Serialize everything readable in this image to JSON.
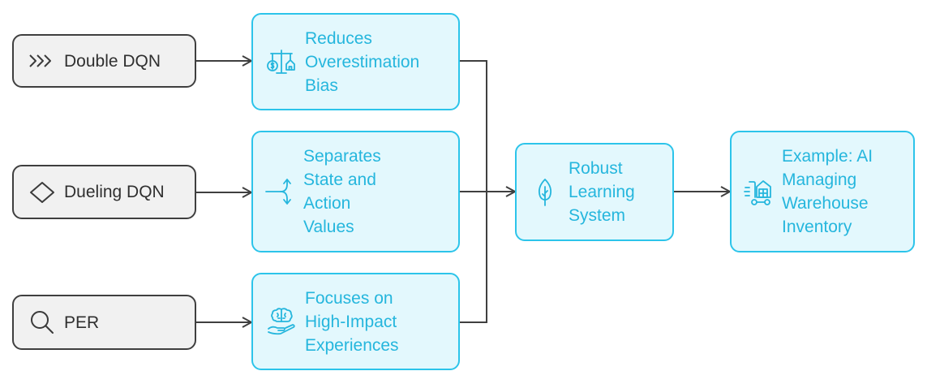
{
  "diagram": {
    "colors": {
      "input_fill": "#f1f1f1",
      "input_border": "#3f3f3f",
      "step_fill": "#e3f8fd",
      "step_border": "#2cc4ea",
      "step_text": "#25b6dd",
      "connector": "#3f3f3f"
    },
    "inputs": [
      {
        "label": "Double DQN",
        "icon": "triple-chevron-right-icon"
      },
      {
        "label": "Dueling DQN",
        "icon": "diamond-outline-icon"
      },
      {
        "label": "PER",
        "icon": "magnifier-icon"
      }
    ],
    "benefits": [
      {
        "lines": [
          "Reduces",
          "Overestimation",
          "Bias"
        ],
        "icon": "balance-scale-money-home-icon"
      },
      {
        "lines": [
          "Separates",
          "State and",
          "Action",
          "Values"
        ],
        "icon": "split-arrows-icon"
      },
      {
        "lines": [
          "Focuses on",
          "High-Impact",
          "Experiences"
        ],
        "icon": "brain-in-hand-icon"
      }
    ],
    "outcome": {
      "lines": [
        "Robust",
        "Learning",
        "System"
      ],
      "icon": "sapling-leaf-icon"
    },
    "example": {
      "lines": [
        "Example: AI",
        "Managing",
        "Warehouse",
        "Inventory"
      ],
      "icon": "warehouse-cart-icon"
    }
  }
}
